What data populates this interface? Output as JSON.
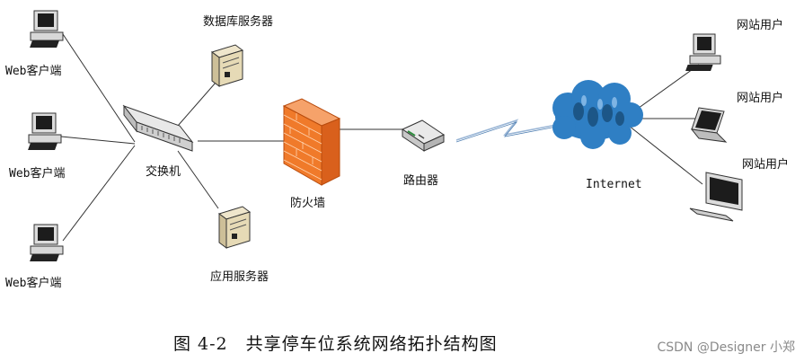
{
  "nodes": {
    "clients": [
      "Web客户端",
      "Web客户端",
      "Web客户端"
    ],
    "switch": "交换机",
    "db_server": "数据库服务器",
    "app_server": "应用服务器",
    "firewall": "防火墙",
    "router": "路由器",
    "internet": "Internet",
    "users": [
      "网站用户",
      "网站用户",
      "网站用户"
    ]
  },
  "caption": "图 4-2　共享停车位系统网络拓扑结构图",
  "watermark": "CSDN @Designer 小郑",
  "colors": {
    "firewall": "#f07a2a",
    "cloud": "#2f7fc4",
    "line": "#333333"
  }
}
